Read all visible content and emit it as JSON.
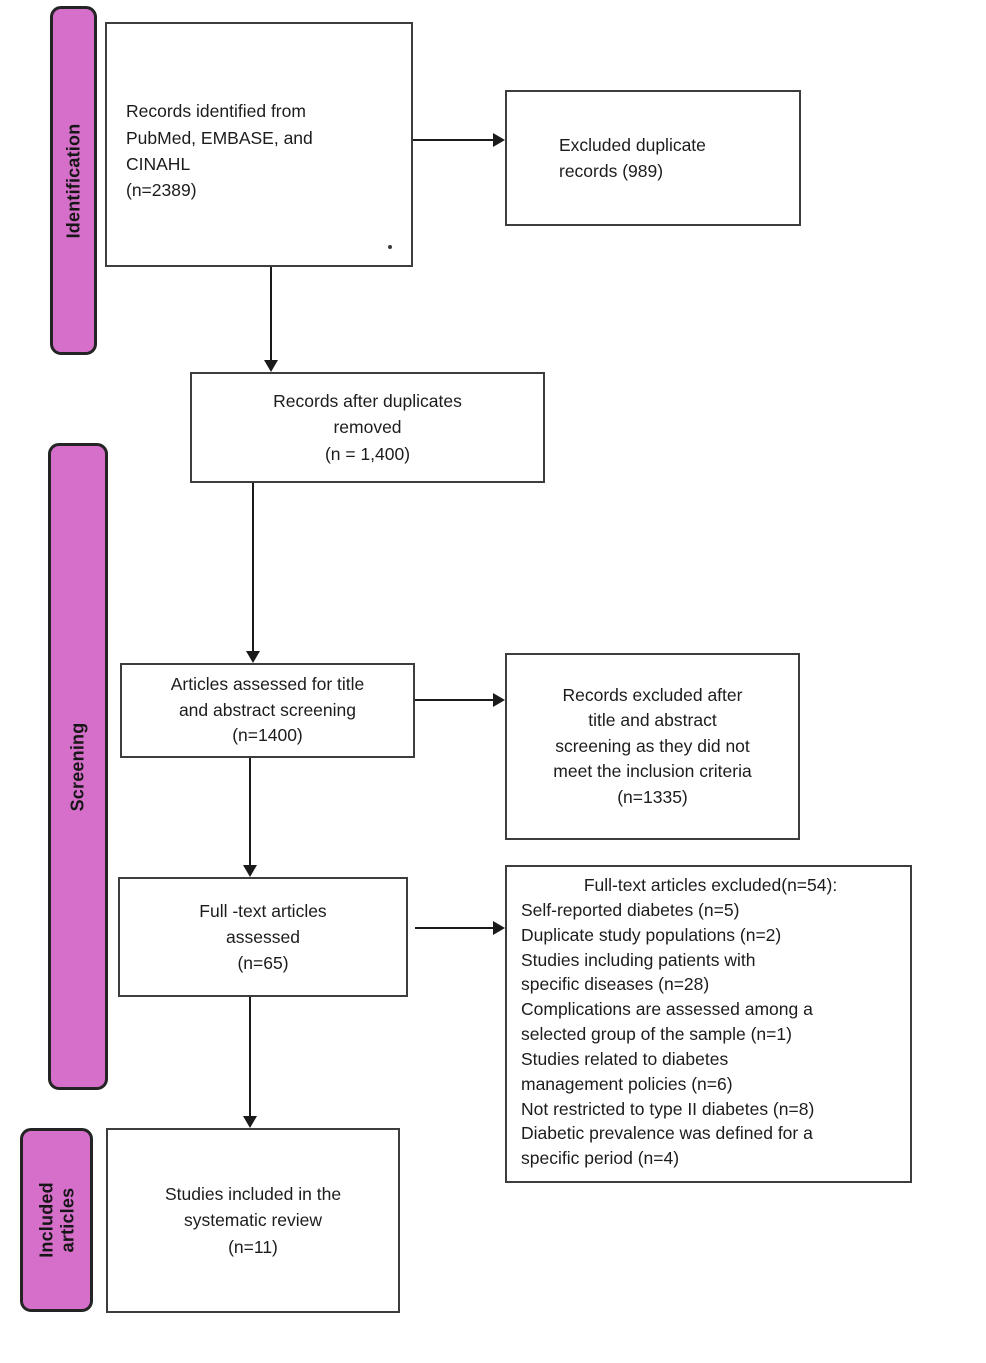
{
  "diagram": {
    "type": "prisma-flowchart",
    "colors": {
      "stage_fill": "#d56fca",
      "stage_border": "#242424",
      "box_border": "#3d3d3d",
      "line": "#1a1a1a",
      "background": "#ffffff"
    }
  },
  "stages": {
    "identification": "Identification",
    "screening": "Screening",
    "included": "Included\narticles"
  },
  "boxes": {
    "records_identified": "Records identified from\nPubMed, EMBASE, and\nCINAHL\n(n=2389)",
    "excluded_duplicates": "Excluded duplicate\nrecords (989)",
    "after_duplicates_removed": "Records after duplicates\nremoved\n(n = 1,400)",
    "title_abstract_screening": "Articles assessed for title\nand abstract screening\n(n=1400)",
    "records_excluded_screening": "Records excluded after\ntitle and abstract\nscreening as they did not\nmeet the inclusion criteria\n(n=1335)",
    "fulltext_assessed": "Full -text articles\nassessed\n(n=65)",
    "fulltext_excluded": {
      "title": "Full-text articles excluded(n=54):",
      "items": [
        "Self-reported diabetes (n=5)",
        "Duplicate study populations (n=2)",
        "Studies including patients with\nspecific diseases (n=28)",
        "Complications are assessed among a\nselected group of the sample (n=1)",
        "Studies related to diabetes\nmanagement policies (n=6)",
        "Not restricted to type II diabetes (n=8)",
        "Diabetic prevalence was defined for a\nspecific period (n=4)"
      ]
    },
    "included_studies": "Studies included in the\nsystematic review\n(n=11)"
  }
}
